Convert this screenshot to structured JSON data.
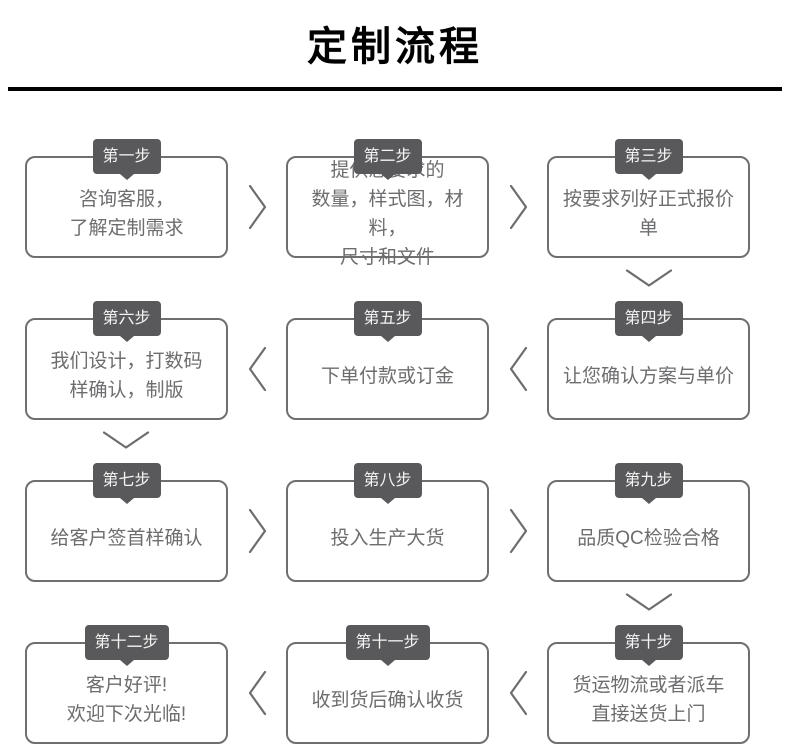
{
  "page": {
    "title": "定制流程"
  },
  "colors": {
    "badge_bg": "#59595b",
    "badge_text": "#f4f4f4",
    "box_border": "#6e6f71",
    "box_text": "#6c6d6f",
    "arrow": "#6c6d6f",
    "title_text": "#000000",
    "rule": "#000000"
  },
  "steps": [
    {
      "label": "第一步",
      "text": "咨询客服，\n了解定制需求"
    },
    {
      "label": "第二步",
      "text": "提供您要求的\n数量，样式图，材料，\n尺寸和文件"
    },
    {
      "label": "第三步",
      "text": "按要求列好正式报价单"
    },
    {
      "label": "第四步",
      "text": "让您确认方案与单价"
    },
    {
      "label": "第五步",
      "text": "下单付款或订金"
    },
    {
      "label": "第六步",
      "text": "我们设计，打数码\n样确认，制版"
    },
    {
      "label": "第七步",
      "text": "给客户签首样确认"
    },
    {
      "label": "第八步",
      "text": "投入生产大货"
    },
    {
      "label": "第九步",
      "text": "品质QC检验合格"
    },
    {
      "label": "第十步",
      "text": "货运物流或者派车\n直接送货上门"
    },
    {
      "label": "第十一步",
      "text": "收到货后确认收货"
    },
    {
      "label": "第十二步",
      "text": "客户好评!\n欢迎下次光临!"
    }
  ]
}
